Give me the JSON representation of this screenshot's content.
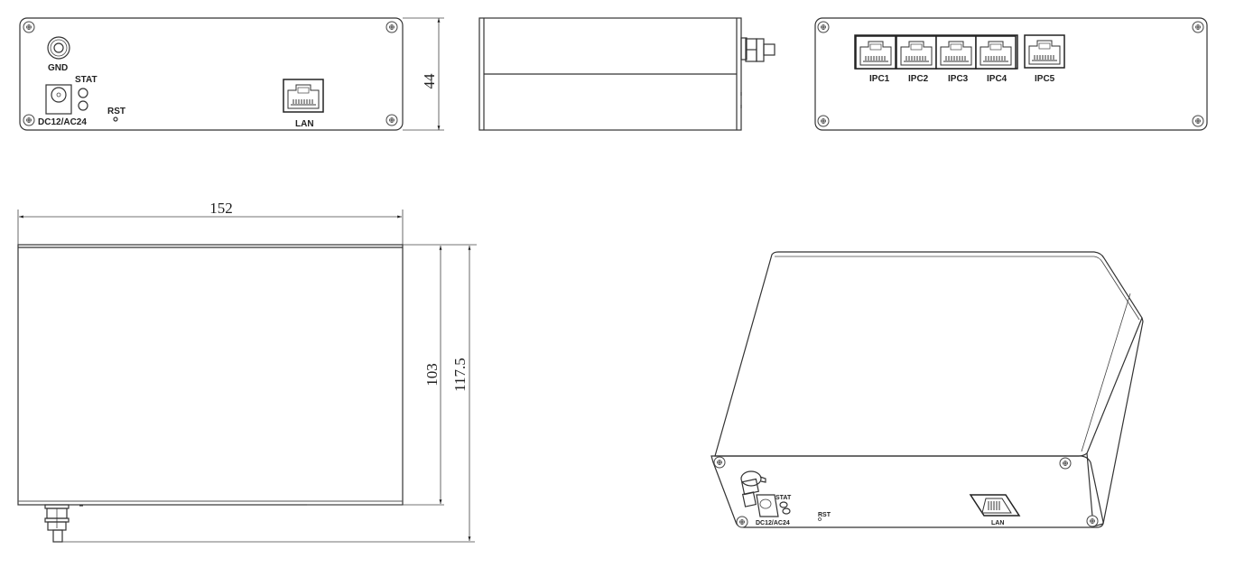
{
  "drawing": {
    "front_view": {
      "labels": {
        "gnd": "GND",
        "stat": "STAT",
        "power": "DC12/AC24",
        "reset": "RST",
        "lan": "LAN"
      },
      "height_dimension": "44"
    },
    "rear_view": {
      "ports": [
        "IPC1",
        "IPC2",
        "IPC3",
        "IPC4",
        "IPC5"
      ]
    },
    "top_view": {
      "width_dimension": "152",
      "depth_dimension": "103",
      "overall_depth_dimension": "117.5"
    },
    "isometric_view": {
      "labels": {
        "stat": "STAT",
        "power": "DC12/AC24",
        "reset": "RST",
        "lan": "LAN"
      }
    },
    "colors": {
      "line": "#333333",
      "background": "#ffffff"
    }
  }
}
